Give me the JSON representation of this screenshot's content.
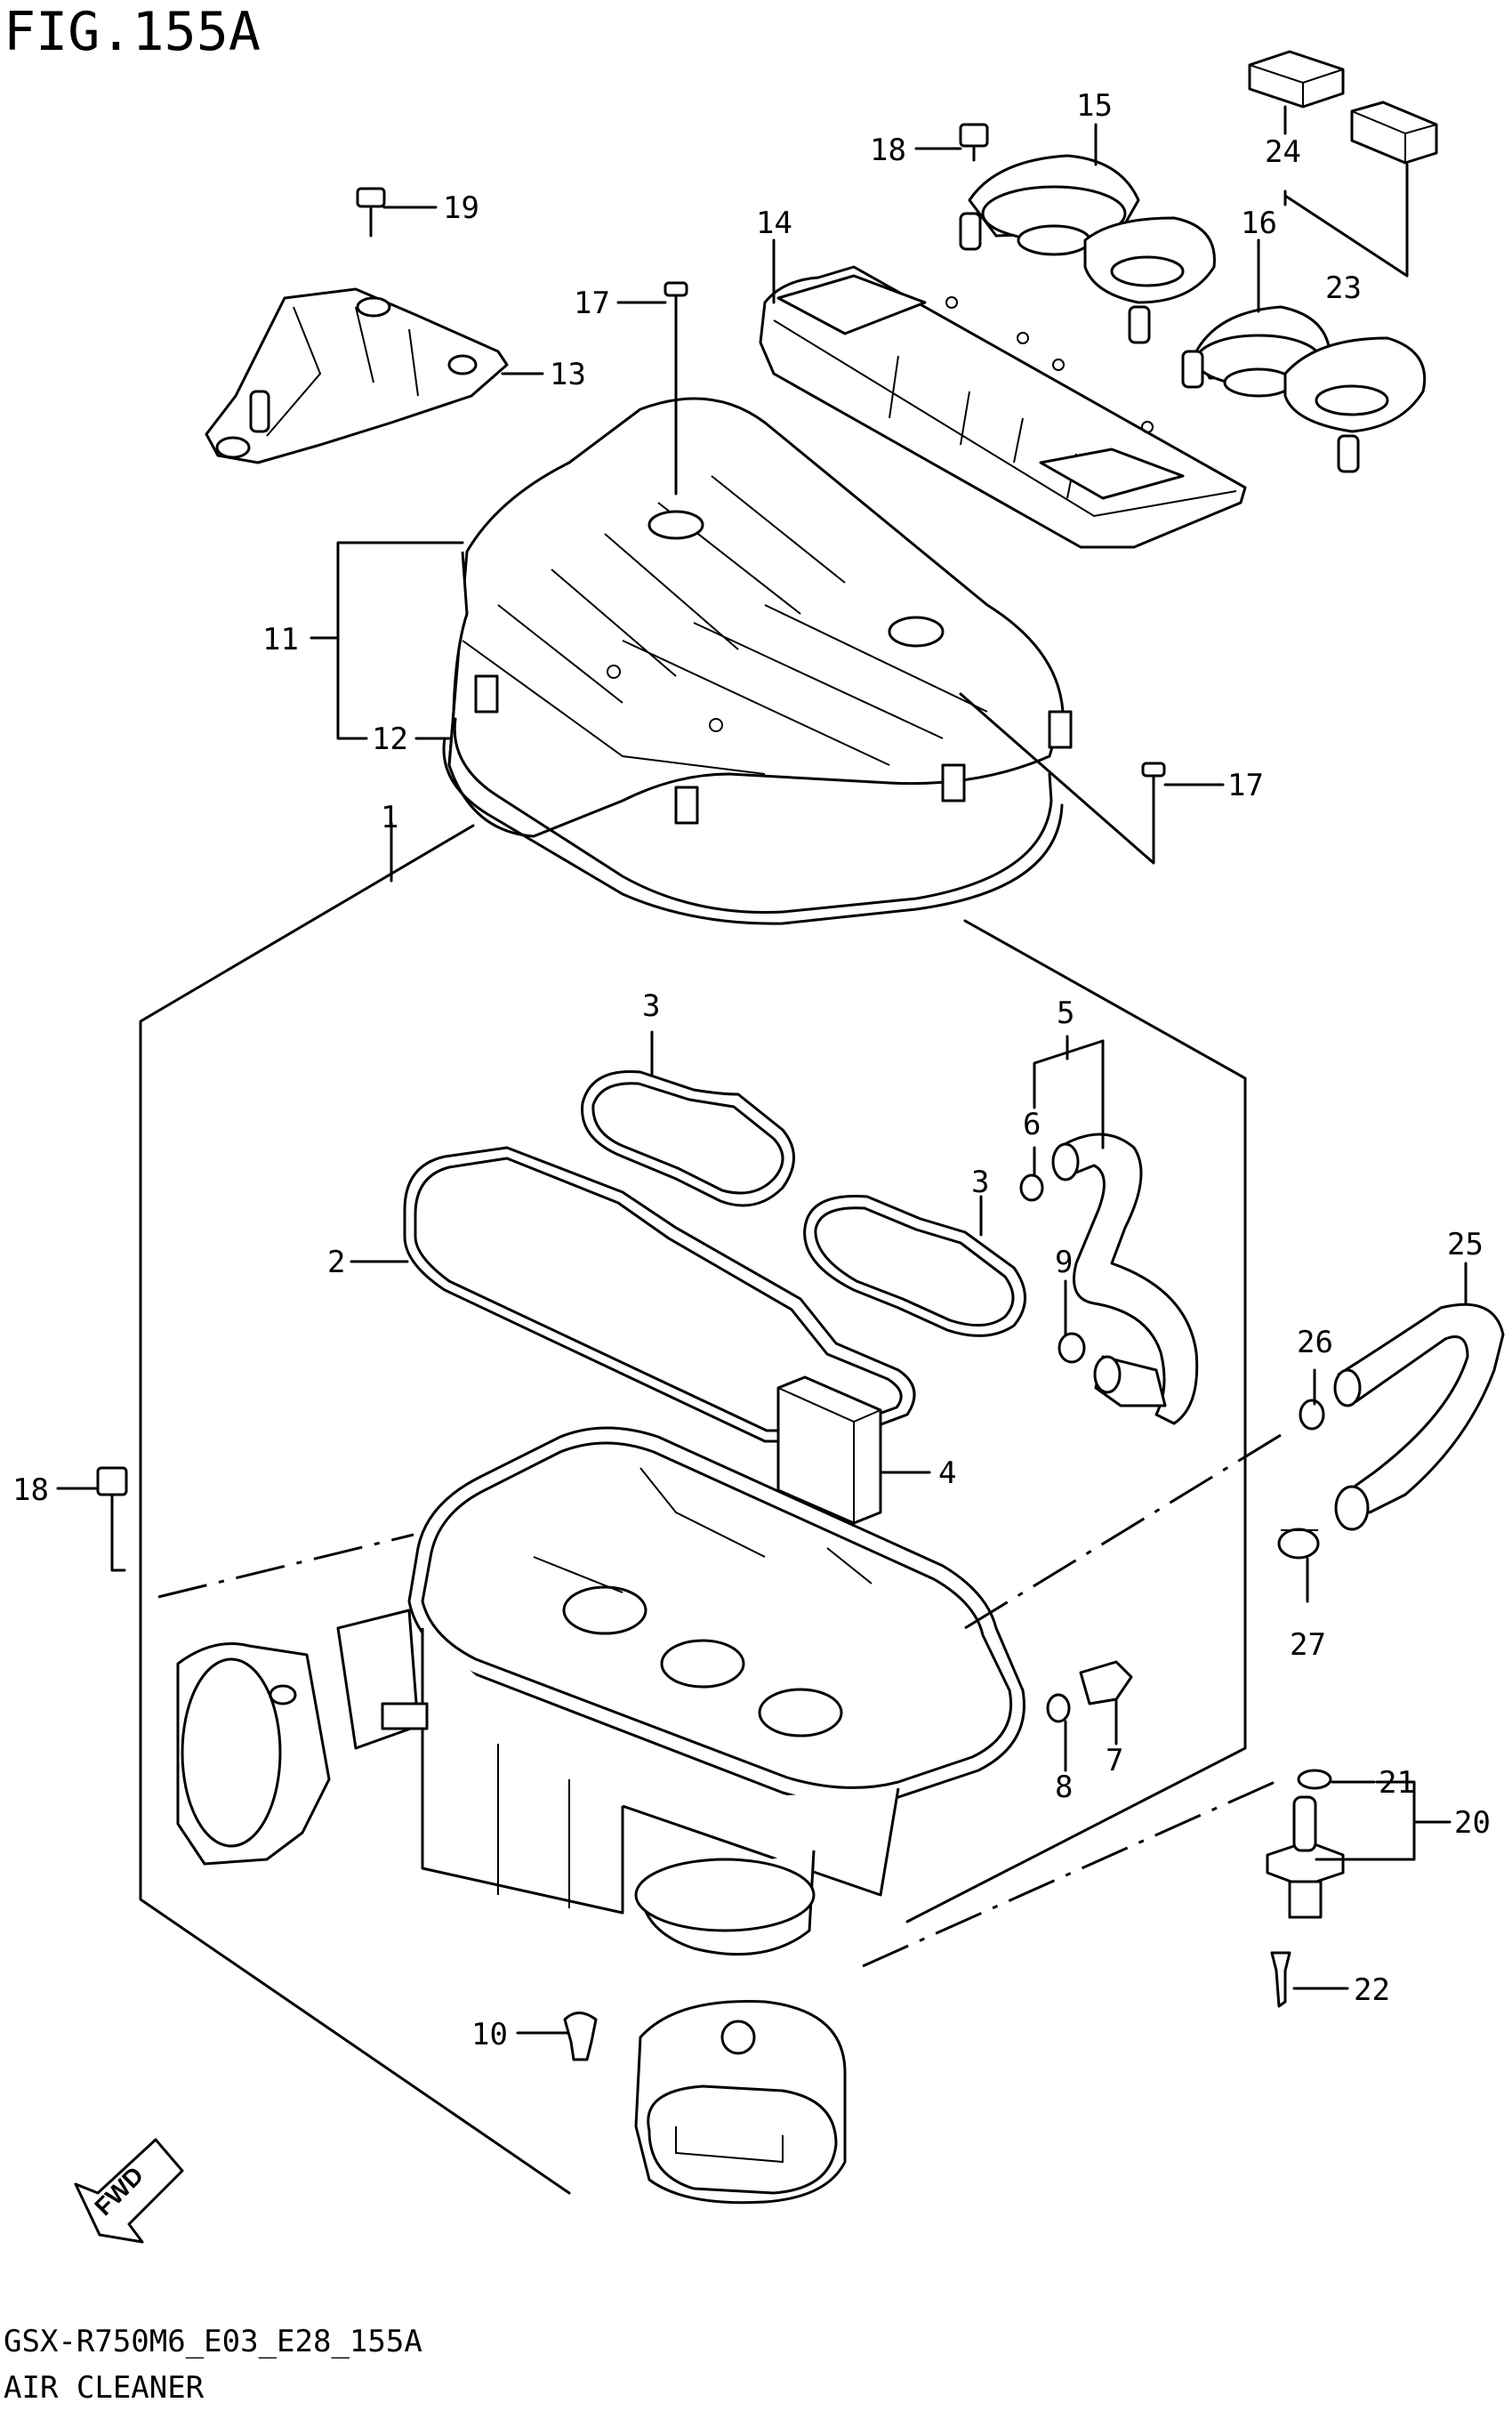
{
  "figure": {
    "title": "FIG.155A"
  },
  "footer": {
    "code": "GSX-R750M6_E03_E28_155A",
    "name": "AIR CLEANER"
  },
  "fwd_badge": {
    "label": "FWD"
  },
  "callouts": [
    {
      "id": "c1",
      "label": "1"
    },
    {
      "id": "c2",
      "label": "2"
    },
    {
      "id": "c3a",
      "label": "3"
    },
    {
      "id": "c3b",
      "label": "3"
    },
    {
      "id": "c4",
      "label": "4"
    },
    {
      "id": "c5",
      "label": "5"
    },
    {
      "id": "c6",
      "label": "6"
    },
    {
      "id": "c7",
      "label": "7"
    },
    {
      "id": "c8",
      "label": "8"
    },
    {
      "id": "c9",
      "label": "9"
    },
    {
      "id": "c10",
      "label": "10"
    },
    {
      "id": "c11",
      "label": "11"
    },
    {
      "id": "c12",
      "label": "12"
    },
    {
      "id": "c13",
      "label": "13"
    },
    {
      "id": "c14",
      "label": "14"
    },
    {
      "id": "c15",
      "label": "15"
    },
    {
      "id": "c16",
      "label": "16"
    },
    {
      "id": "c17a",
      "label": "17"
    },
    {
      "id": "c17b",
      "label": "17"
    },
    {
      "id": "c18a",
      "label": "18"
    },
    {
      "id": "c18b",
      "label": "18"
    },
    {
      "id": "c19",
      "label": "19"
    },
    {
      "id": "c20",
      "label": "20"
    },
    {
      "id": "c21",
      "label": "21"
    },
    {
      "id": "c22",
      "label": "22"
    },
    {
      "id": "c23",
      "label": "23"
    },
    {
      "id": "c24",
      "label": "24"
    },
    {
      "id": "c25",
      "label": "25"
    },
    {
      "id": "c26",
      "label": "26"
    },
    {
      "id": "c27",
      "label": "27"
    }
  ]
}
